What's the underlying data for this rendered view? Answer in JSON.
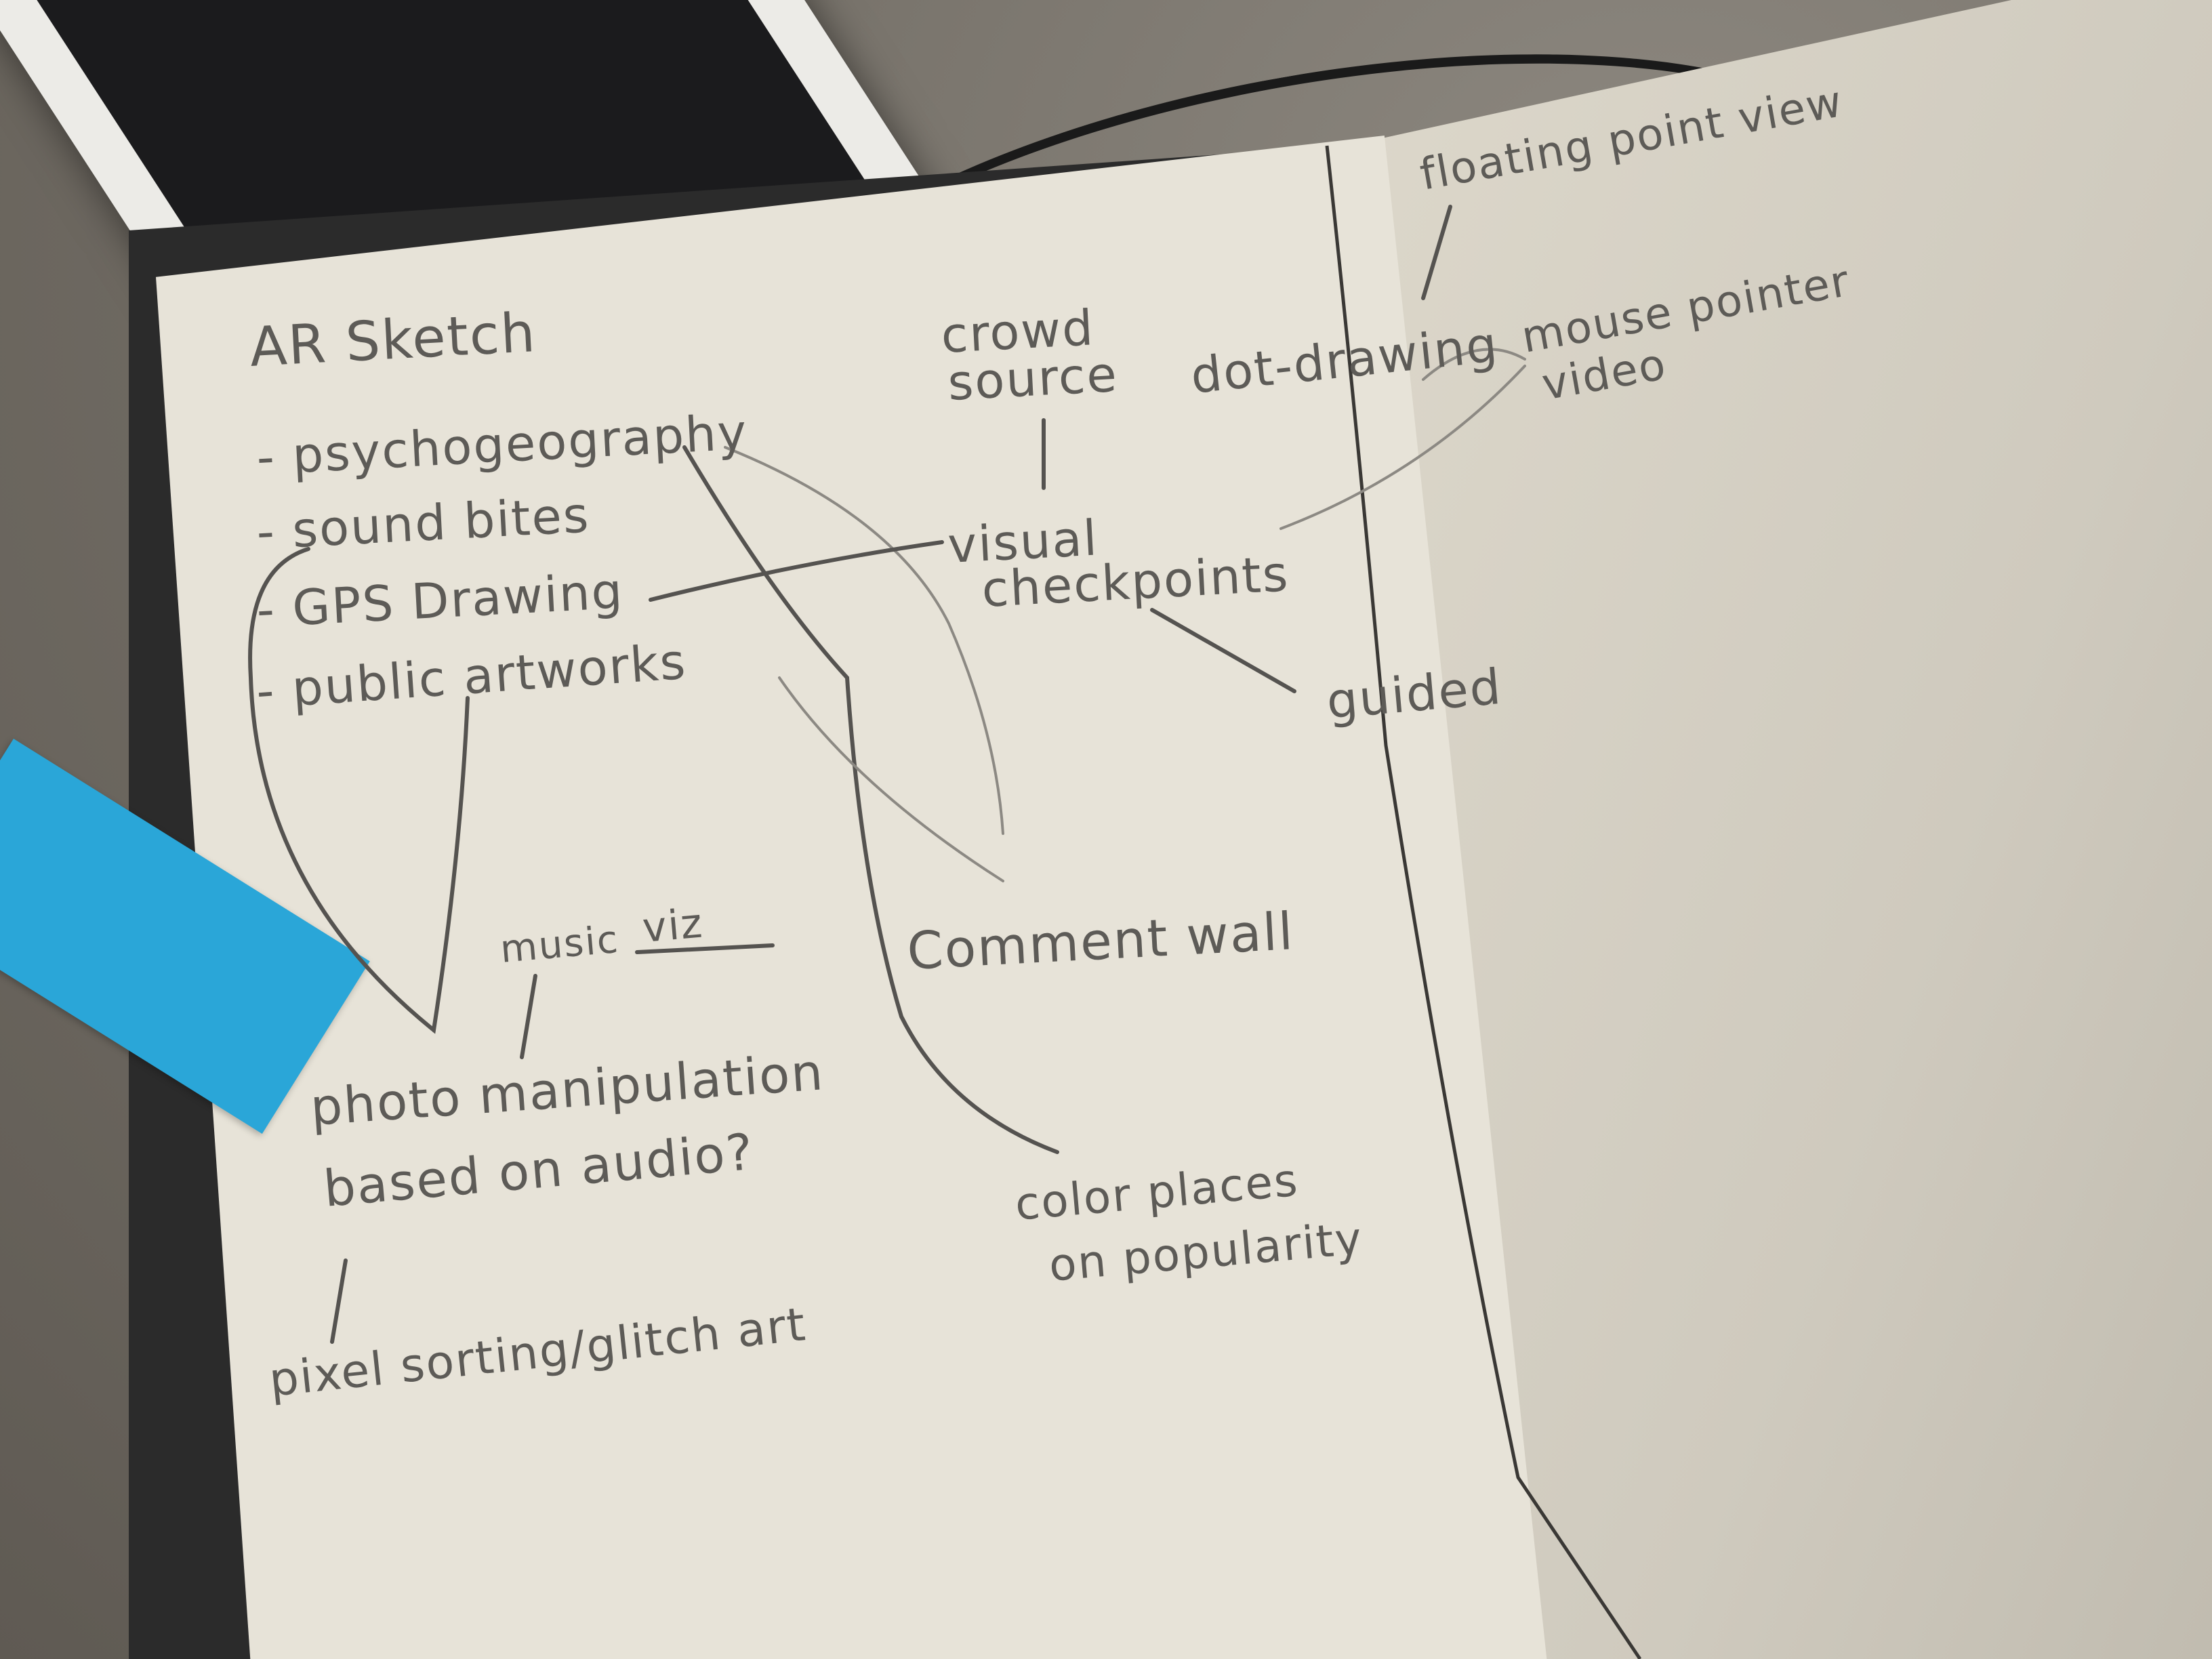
{
  "notebook": {
    "title": "AR Sketch",
    "list_items": [
      "- psychogeography",
      "- sound bites",
      "- GPS Drawing",
      "- public artworks"
    ],
    "ideas": {
      "crowd_source_line1": "crowd",
      "crowd_source_line2": "source",
      "dot_drawing": "dot-drawing",
      "floating_point_view": "floating point view",
      "mouse_pointer": "mouse pointer",
      "video": "video",
      "visual_checkpoints_line1": "visual",
      "visual_checkpoints_line2": "checkpoints",
      "guided": "guided",
      "comment_wall": "Comment wall",
      "music": "music",
      "viz": "viz",
      "photo_manipulation_line1": "photo manipulation",
      "photo_manipulation_line2": "based on audio?",
      "pixel_sorting": "pixel sorting/glitch art",
      "color_places_line1": "color places",
      "color_places_line2": "on popularity"
    }
  },
  "colors": {
    "page": "#e7e3d8",
    "pencil": "#5d5b57",
    "post_it": "#2aa6d8",
    "tablet": "#ecebe7"
  }
}
